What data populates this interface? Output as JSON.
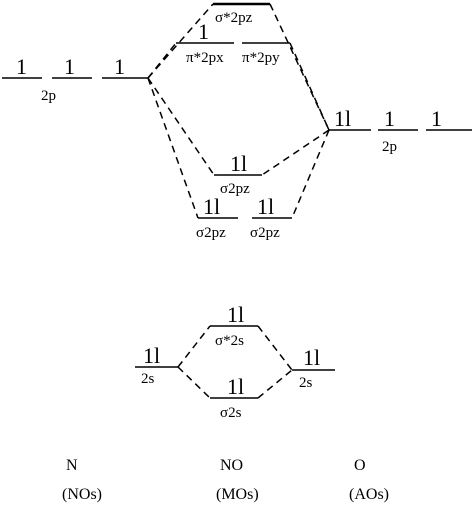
{
  "diagram": {
    "nitrogen": {
      "orbital_2p": {
        "label": "2p",
        "electrons": [
          "1",
          "1",
          "1"
        ]
      },
      "orbital_2s": {
        "label": "2s",
        "electrons": "1l"
      }
    },
    "oxygen": {
      "orbital_2p": {
        "label": "2p",
        "electrons": [
          "1l",
          "1",
          "1"
        ]
      },
      "orbital_2s": {
        "label": "2s",
        "electrons": "1l"
      }
    },
    "mo_levels": {
      "sigma_star_2pz": {
        "label": "σ*2pz",
        "electrons": ""
      },
      "pi_star_2px": {
        "label": "π*2px",
        "electrons": "1"
      },
      "pi_star_2py": {
        "label": "π*2py",
        "electrons": ""
      },
      "sigma_2pz_upper": {
        "label": "σ2pz",
        "electrons": "1l"
      },
      "pi_2p_a": {
        "label": "σ2pz",
        "electrons": "1l"
      },
      "pi_2p_b": {
        "label": "σ2pz",
        "electrons": "1l"
      },
      "sigma_star_2s": {
        "label": "σ*2s",
        "electrons": "1l"
      },
      "sigma_2s": {
        "label": "σ2s",
        "electrons": "1l"
      }
    },
    "columns": [
      {
        "name": "N",
        "sub": "(NOs)"
      },
      {
        "name": "NO",
        "sub": "(MOs)"
      },
      {
        "name": "O",
        "sub": "(AOs)"
      }
    ]
  }
}
